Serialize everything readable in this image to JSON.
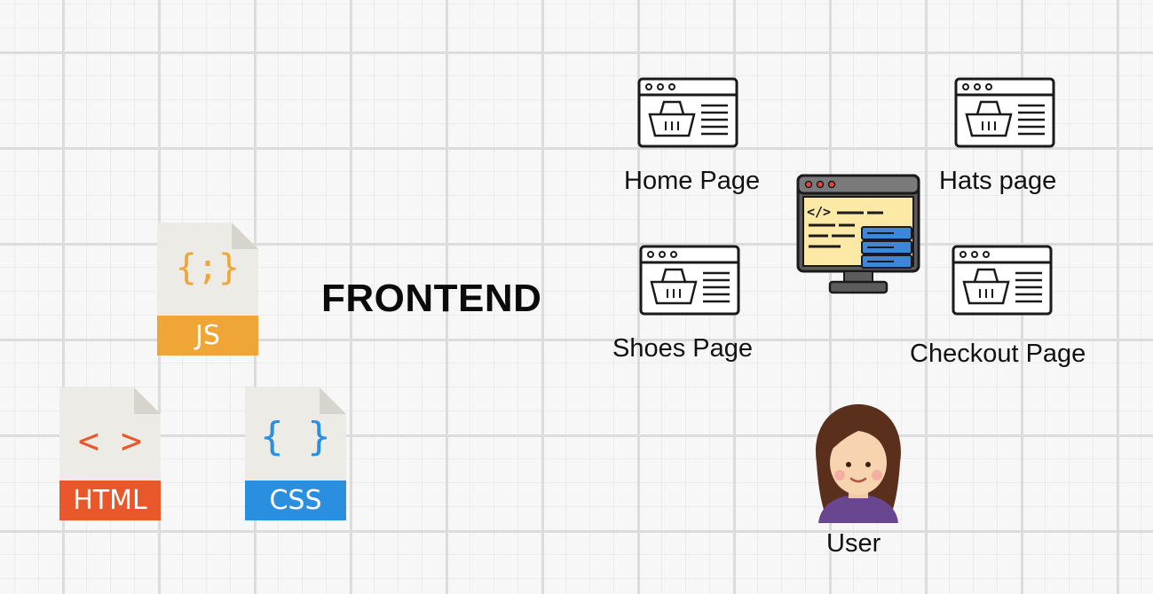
{
  "title": "FRONTEND",
  "files": {
    "js": {
      "glyph": "{;}",
      "label": "JS",
      "accent": "#f0a637",
      "glyph_color": "#f0a637"
    },
    "html": {
      "glyph": "< >",
      "label": "HTML",
      "accent": "#e8582a",
      "glyph_color": "#e8582a"
    },
    "css": {
      "glyph": "{ }",
      "label": "CSS",
      "accent": "#2b8fdf",
      "glyph_color": "#2b8fdf"
    }
  },
  "pages": {
    "home": "Home Page",
    "hats": "Hats page",
    "shoes": "Shoes Page",
    "checkout": "Checkout Page"
  },
  "server_icon": "code-server-icon",
  "user": {
    "label": "User",
    "icon": "user-avatar-icon"
  },
  "colors": {
    "background": "#f7f7f7",
    "grid": "#dcdcdc",
    "page_fill": "#fdecb0",
    "server_blue": "#3f86d6"
  }
}
